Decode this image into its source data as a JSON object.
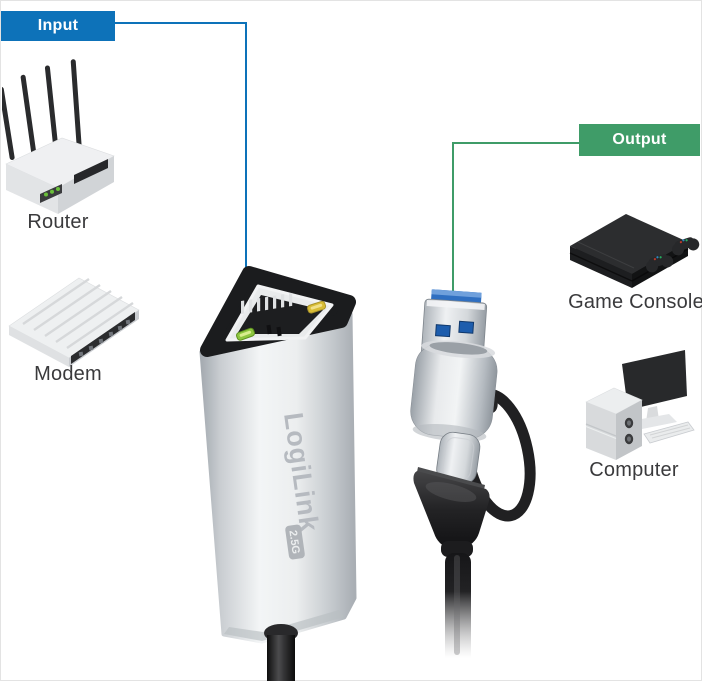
{
  "flow": {
    "input": {
      "label": "Input",
      "color": "#0d72b9"
    },
    "output": {
      "label": "Output",
      "color": "#3f9c68"
    }
  },
  "devices": {
    "router": {
      "label": "Router"
    },
    "modem": {
      "label": "Modem"
    },
    "game_console": {
      "label": "Game Console"
    },
    "computer": {
      "label": "Computer"
    }
  },
  "product": {
    "brand": "LogiLink",
    "badge": "2.5G"
  }
}
